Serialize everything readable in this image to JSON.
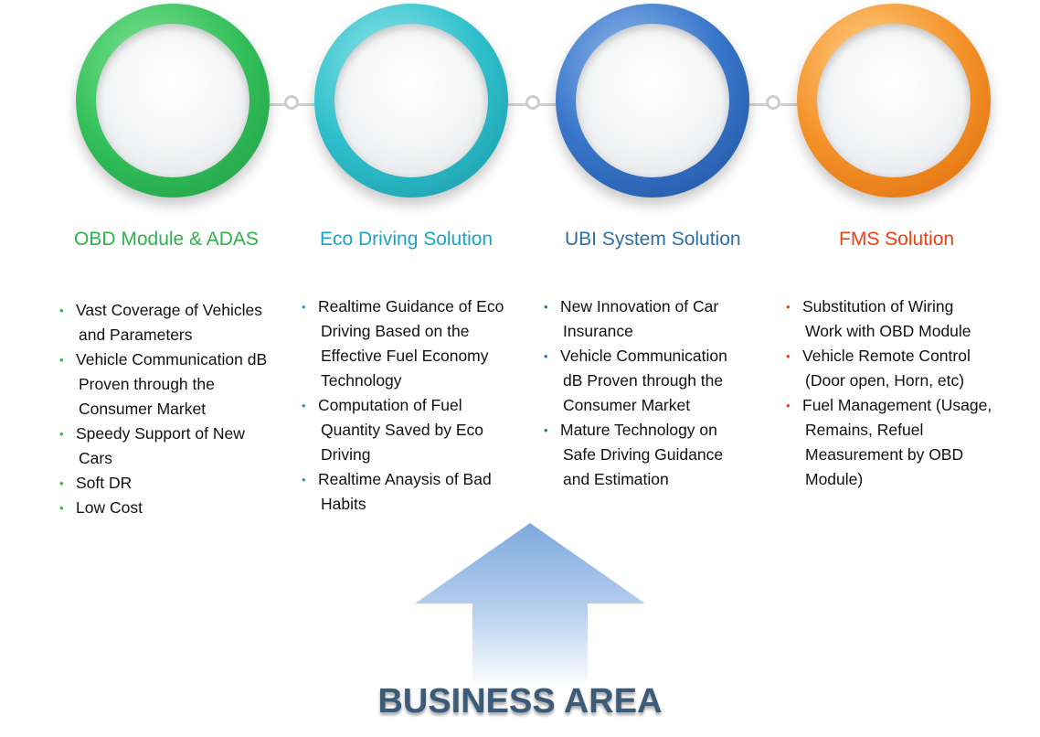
{
  "colors": {
    "green": "#2db34a",
    "teal": "#1aa3c9",
    "blue": "#2c6fa3",
    "orange": "#ef3e10"
  },
  "columns": [
    {
      "title": "OBD Module & ADAS",
      "items": [
        [
          "Vast Coverage of Vehicles",
          "and Parameters"
        ],
        [
          "Vehicle Communication dB",
          "Proven through the",
          "Consumer Market"
        ],
        [
          "Speedy Support of New",
          "Cars"
        ],
        [
          "Soft DR"
        ],
        [
          "Low Cost"
        ]
      ]
    },
    {
      "title": "Eco Driving Solution",
      "items": [
        [
          "Realtime Guidance of Eco",
          "Driving Based on the",
          "Effective Fuel Economy",
          "Technology"
        ],
        [
          "Computation of Fuel",
          "Quantity Saved by Eco",
          "Driving"
        ],
        [
          "Realtime Anaysis of Bad",
          "Habits"
        ]
      ]
    },
    {
      "title": "UBI System Solution",
      "items": [
        [
          "New Innovation of Car",
          "Insurance"
        ],
        [
          "Vehicle Communication",
          "dB Proven through the",
          "Consumer Market"
        ],
        [
          "Mature Technology on",
          "Safe Driving Guidance",
          "and Estimation"
        ]
      ]
    },
    {
      "title": "FMS Solution",
      "items": [
        [
          "Substitution of Wiring",
          "Work with OBD Module"
        ],
        [
          "Vehicle Remote Control",
          "(Door open, Horn, etc)"
        ],
        [
          "Fuel Management (Usage,",
          "Remains, Refuel",
          "Measurement by OBD",
          "Module)"
        ]
      ]
    }
  ],
  "footer": {
    "label": "BUSINESS AREA"
  }
}
